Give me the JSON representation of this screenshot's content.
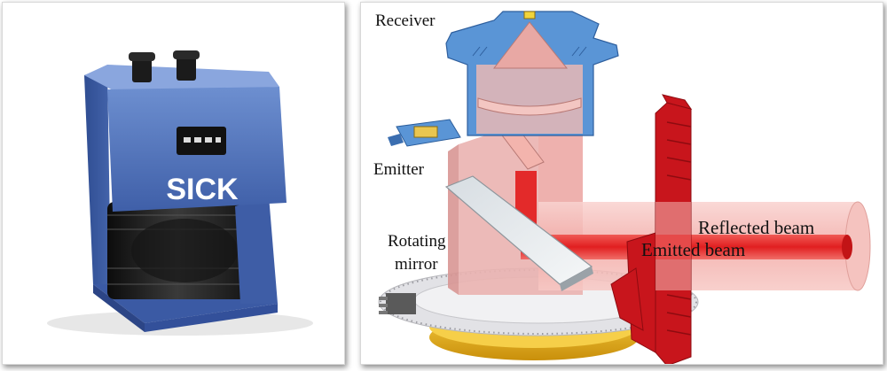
{
  "left_photo": {
    "brand_logo": "SICK"
  },
  "diagram": {
    "labels": {
      "receiver": "Receiver",
      "emitter": "Emitter",
      "rotating_mirror_line1": "Rotating",
      "rotating_mirror_line2": "mirror",
      "reflected_beam": "Reflected beam",
      "emitted_beam": "Emitted beam"
    }
  },
  "colors": {
    "sensor_blue": "#4f72b8",
    "sensor_black": "#1c1c1c",
    "housing_blue": "#5a95d6",
    "beam_pink": "#f4b8b4",
    "beam_red": "#e8292a",
    "fin_red": "#c8151c",
    "base_gold": "#e9b31a"
  }
}
